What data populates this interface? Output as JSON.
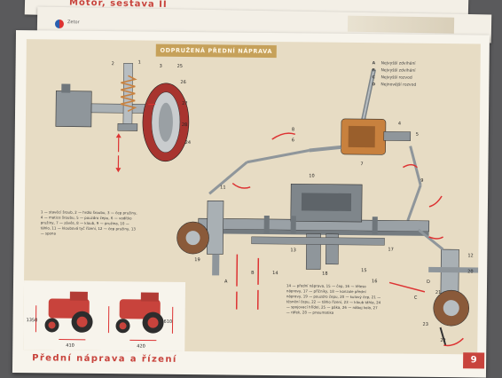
{
  "top_sheet": {
    "title": "Motor, sestava II"
  },
  "middle_sheet": {
    "logo_text": "Zetor"
  },
  "header": {
    "banner": "ODPRUŽENÁ PŘEDNÍ NÁPRAVA"
  },
  "legend": [
    {
      "key": "A",
      "text": "Nejvyšší zdvihání"
    },
    {
      "key": "B",
      "text": "Nejvyšší zdvihání"
    },
    {
      "key": "C",
      "text": "Nejvyšší rozvod"
    },
    {
      "key": "D",
      "text": "Nejnovější rozvod"
    }
  ],
  "caption_left": "1 — stavěcí šroub, 2 — hrdlo šroubu, 3 — čep pružiny, 4 — matice šroubu, 5 — pouzdro čepu, 6 — vodítko pružiny, 7 — závěs, 8 — kloub, 9 — pružina, 10 — táhlo, 11 — kloubová tyč řízení, 12 — čep pružiny, 13 — spona",
  "caption_right": "14 — přední náprava, 15 — čep, 16 — těleso nápravy, 17 — příčníky, 18 — konzole přední nápravy, 19 — pouzdro čepu, 20 — kulový čep, 21 — těsnění čepu, 22 — táhlo řízení, 23 — kloub táhla, 24 — spojovací hřídel, 25 — páka, 26 — náboj kola, 27 — ráfek, 28 — pneumatika",
  "tractor_figure": {
    "dims_left": [
      "1350",
      "410"
    ],
    "dims_right": [
      "420",
      "610"
    ]
  },
  "footer": {
    "title": "Přední náprava a řízení",
    "page_number": "9"
  },
  "callouts": [
    "1",
    "2",
    "3",
    "4",
    "5",
    "6",
    "7",
    "8",
    "9",
    "10",
    "11",
    "12",
    "13",
    "14",
    "15",
    "16",
    "17",
    "18",
    "19",
    "20",
    "21",
    "22",
    "23",
    "24",
    "25",
    "26",
    "27",
    "28",
    "A",
    "B",
    "C",
    "D"
  ],
  "colors": {
    "accent_red": "#c8433c",
    "banner_gold": "#c6a15a",
    "panel_tan": "#e7dcc4",
    "part_gray": "#8f969b",
    "bolt_orange": "#c8813e"
  }
}
